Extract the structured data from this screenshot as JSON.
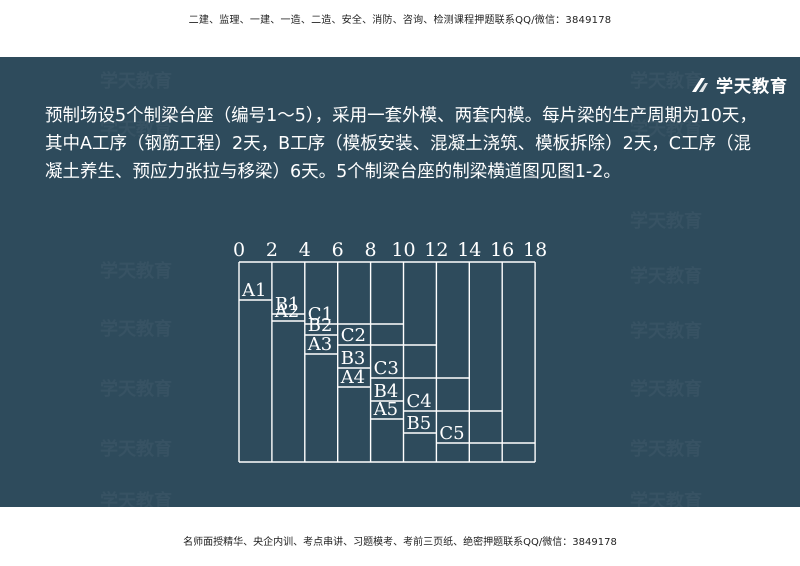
{
  "header_banner": "二建、监理、一建、一造、二造、安全、消防、咨询、检测课程押题联系QQ/微信：3849178",
  "footer_banner": "名师面授精华、央企内训、考点串讲、习题模考、考前三页纸、绝密押题联系QQ/微信：3849178",
  "logo": {
    "text": "学天教育",
    "icon": "brand-slash-icon"
  },
  "watermark_text": "学天教育",
  "question_text": "预制场设5个制梁台座（编号1～5），采用一套外模、两套内模。每片梁的生产周期为10天，其中A工序（钢筋工程）2天，B工序（模板安装、混凝土浇筑、模板拆除）2天，C工序（混凝土养生、预应力张拉与移梁）6天。5个制梁台座的制梁横道图见图1-2。",
  "colors": {
    "slide_bg": "#2e4b5c",
    "line": "#ffffff",
    "text": "#ffffff"
  },
  "schedule": {
    "axis_ticks": [
      "0",
      "2",
      "4",
      "6",
      "8",
      "10",
      "12",
      "14",
      "16",
      "18"
    ],
    "axis_values": [
      0,
      2,
      4,
      6,
      8,
      10,
      12,
      14,
      16,
      18
    ],
    "rows": [
      {
        "row": 1,
        "tasks": [
          {
            "label": "A1",
            "start": 0,
            "end": 2
          },
          {
            "label": "B1",
            "start": 2,
            "end": 4
          },
          {
            "label": "C1",
            "start": 4,
            "end": 10
          }
        ]
      },
      {
        "row": 2,
        "tasks": [
          {
            "label": "A2",
            "start": 2,
            "end": 4
          },
          {
            "label": "B2",
            "start": 4,
            "end": 6
          },
          {
            "label": "C2",
            "start": 6,
            "end": 12
          }
        ]
      },
      {
        "row": 3,
        "tasks": [
          {
            "label": "A3",
            "start": 4,
            "end": 6
          },
          {
            "label": "B3",
            "start": 6,
            "end": 8
          },
          {
            "label": "C3",
            "start": 8,
            "end": 14
          }
        ]
      },
      {
        "row": 4,
        "tasks": [
          {
            "label": "A4",
            "start": 6,
            "end": 8
          },
          {
            "label": "B4",
            "start": 8,
            "end": 10
          },
          {
            "label": "C4",
            "start": 10,
            "end": 16
          }
        ]
      },
      {
        "row": 5,
        "tasks": [
          {
            "label": "A5",
            "start": 8,
            "end": 10
          },
          {
            "label": "B5",
            "start": 10,
            "end": 12
          },
          {
            "label": "C5",
            "start": 12,
            "end": 18
          }
        ]
      }
    ]
  }
}
